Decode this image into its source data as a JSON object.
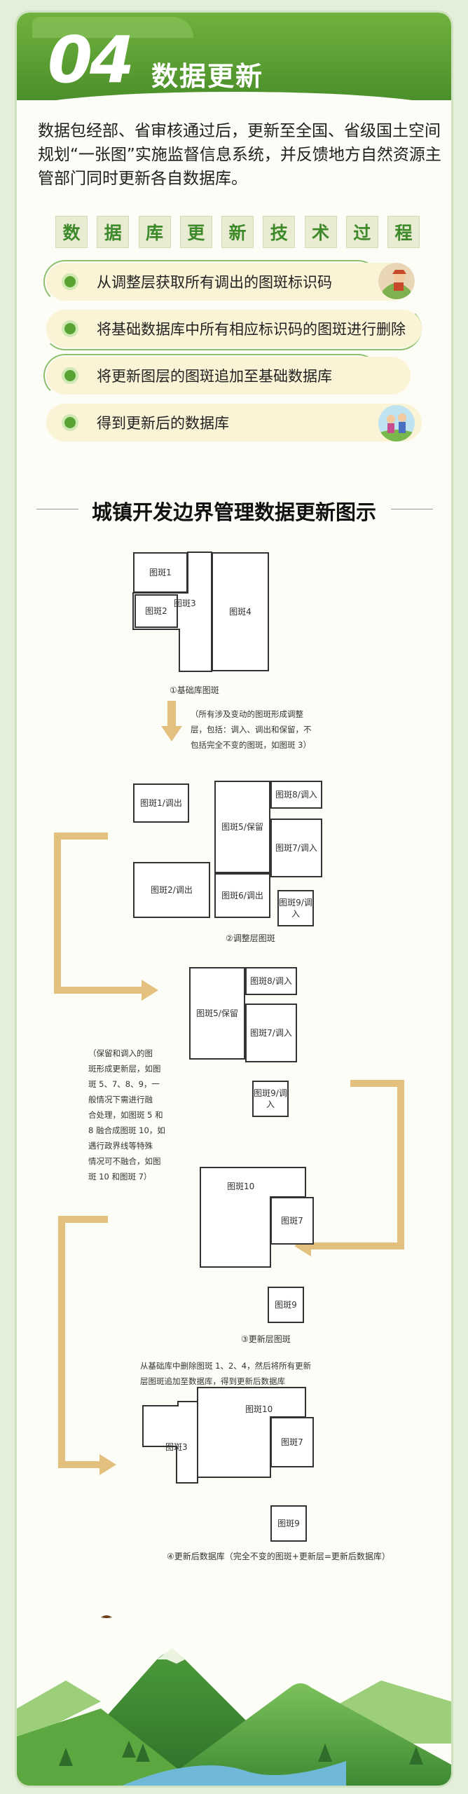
{
  "section": {
    "number": "04",
    "title": "数据更新"
  },
  "intro": "数据包经部、省审核通过后，更新至全国、省级国土空间规划“一张图”实施监督信息系统，并反馈地方自然资源主管部门同时更新各自数据库。",
  "process_title_chars": [
    "数",
    "据",
    "库",
    "更",
    "新",
    "技",
    "术",
    "过",
    "程"
  ],
  "steps": [
    "从调整层获取所有调出的图斑标识码",
    "将基础数据库中所有相应标识码的图斑进行删除",
    "将更新图层的图斑追加至基础数据库",
    "得到更新后的数据库"
  ],
  "diagram": {
    "title": "城镇开发边界管理数据更新图示",
    "fig1": {
      "caption": "①基础库图斑",
      "labels": {
        "b1": "图斑1",
        "b3": "图斑3",
        "b4": "图斑4",
        "b2": "图斑2"
      }
    },
    "note1": [
      "（所有涉及变动的图斑形成调整",
      "层，包括：调入、调出和保留，不",
      "包括完全不变的图斑，如图斑 3）"
    ],
    "fig2": {
      "caption": "②调整层图斑",
      "labels": {
        "b1": "图斑1/调出",
        "b2": "图斑2/调出",
        "b5": "图斑5/保留",
        "b6": "图斑6/调出",
        "b8": "图斑8/调入",
        "b7": "图斑7/调入",
        "b9": "图斑9/调入"
      }
    },
    "note2": [
      "（保留和调入的图",
      "斑形成更新层，如图",
      "斑 5、7、8、9，一",
      "般情况下需进行融",
      "合处理，如图斑 5 和",
      "8 融合成图斑 10，如",
      "遇行政界线等特殊",
      "情况可不融合，如图",
      "斑 10 和图斑 7）"
    ],
    "fig3": {
      "caption": "③更新层图斑",
      "labels": {
        "b5": "图斑5/保留",
        "b8": "图斑8/调入",
        "b7": "图斑7/调入",
        "b9": "图斑9/调入",
        "b10": "图斑10",
        "b7b": "图斑7",
        "b9b": "图斑9"
      }
    },
    "note3": [
      "从基础库中删除图斑 1、2、4，然后将所有更新",
      "层图斑追加至数据库，得到更新后数据库"
    ],
    "fig4": {
      "caption": "④更新后数据库（完全不变的图斑+更新层=更新后数据库）",
      "labels": {
        "b3": "图斑3",
        "b10": "图斑10",
        "b7": "图斑7",
        "b9": "图斑9"
      }
    }
  },
  "colors": {
    "header_green": "#5a9f33",
    "accent_green": "#58a332",
    "arrow_tan": "#e3c07e",
    "step_bg": "#faf3d5"
  }
}
